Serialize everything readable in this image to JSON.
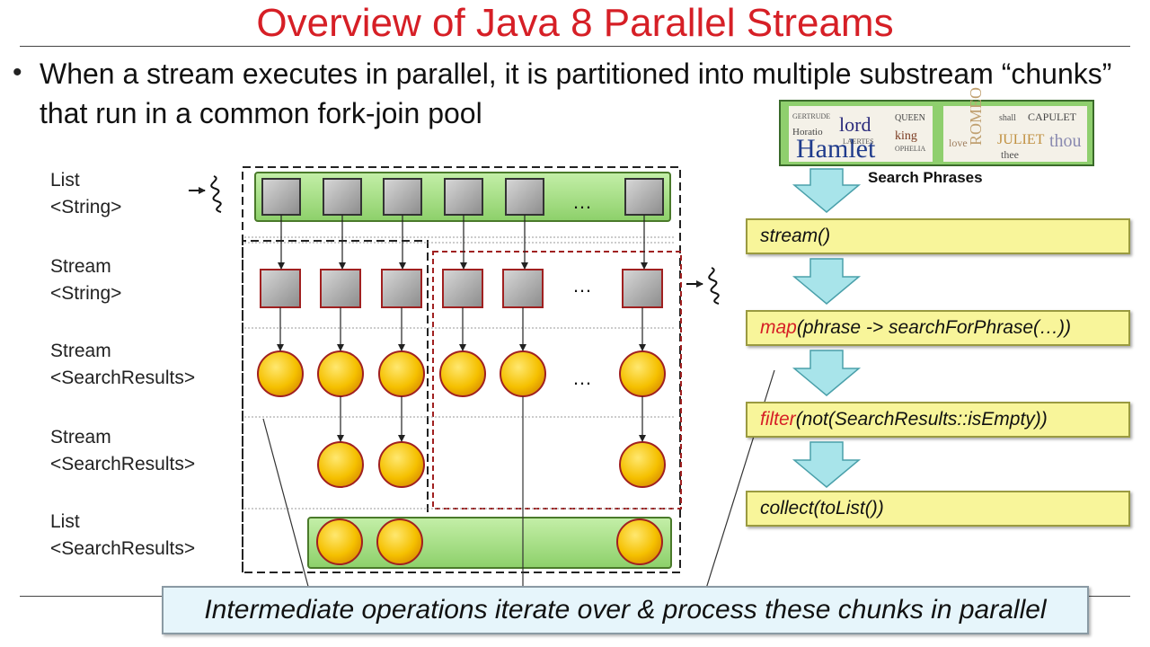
{
  "slide": {
    "title": "Overview of Java 8 Parallel Streams",
    "bullet": "When a stream executes in parallel, it is partitioned into multiple substream “chunks” that run in a common fork-join pool"
  },
  "row_labels": [
    {
      "line1": "List",
      "line2": "<String>"
    },
    {
      "line1": "Stream",
      "line2": "<String>"
    },
    {
      "line1": "Stream",
      "line2": "<SearchResults>"
    },
    {
      "line1": "Stream",
      "line2": "<SearchResults>"
    },
    {
      "line1": "List",
      "line2": "<SearchResults>"
    }
  ],
  "ellipsis": "…",
  "pipeline": {
    "source_image_words": [
      "Hamlet",
      "lord",
      "king",
      "Horatio",
      "QUEEN",
      "GERTRUDE",
      "LAERTES",
      "OPHELIA",
      "ROMEO",
      "JULIET",
      "CAPULET",
      "thou",
      "thee",
      "love",
      "shall"
    ],
    "source_label": "Search Phrases",
    "ops": [
      {
        "keyword": "",
        "rest": "stream()"
      },
      {
        "keyword": "map",
        "rest": "(phrase -> searchForPhrase(…))"
      },
      {
        "keyword": "filter",
        "rest": "(not(SearchResults::isEmpty))"
      },
      {
        "keyword": "",
        "rest": "collect(toList())"
      }
    ]
  },
  "callout": "Intermediate operations iterate over & process these chunks in parallel",
  "colors": {
    "title": "#d61f26",
    "list_bar": "#9fdc7e",
    "element_gray": "#a9a9a9",
    "result_yellow": "#f5c000",
    "op_box": "#f8f59a",
    "arrow_cyan": "#a8e4ea",
    "chunk_border_dark": "#222222",
    "chunk_border_red": "#a02020"
  }
}
